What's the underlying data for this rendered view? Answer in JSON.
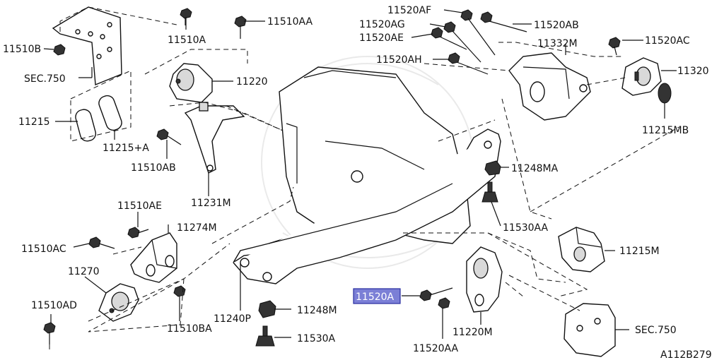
{
  "labels": {
    "l11510B": "11510B",
    "lSEC750top": "SEC.750",
    "l11215": "11215",
    "l11215A": "11215+A",
    "l11510A": "11510A",
    "l11510AA": "11510AA",
    "l11220": "11220",
    "l11510AB": "11510AB",
    "l11231M": "11231M",
    "l11520AF": "11520AF",
    "l11520AG": "11520AG",
    "l11520AE": "11520AE",
    "l11520AH": "11520AH",
    "l11520AB": "11520AB",
    "l11332M": "11332M",
    "l11520AC": "11520AC",
    "l11320": "11320",
    "l11215MB": "11215MB",
    "l11248MA": "11248MA",
    "l11530AA": "11530AA",
    "l11510AE": "11510AE",
    "l11274M": "11274M",
    "l11510AC": "11510AC",
    "l11270": "11270",
    "l11510AD": "11510AD",
    "l11510BA": "11510BA",
    "l11240P": "11240P",
    "l11248M": "11248M",
    "l11530A": "11530A",
    "l11520A": "11520A",
    "l11520AA": "11520AA",
    "l11220M": "11220M",
    "l11215M": "11215M",
    "lSEC750bot": "SEC.750",
    "diagramId": "A112B279"
  },
  "colors": {
    "highlight_fill": "#7b7fd6",
    "highlight_border": "#2a2ea0",
    "line": "#111111"
  }
}
